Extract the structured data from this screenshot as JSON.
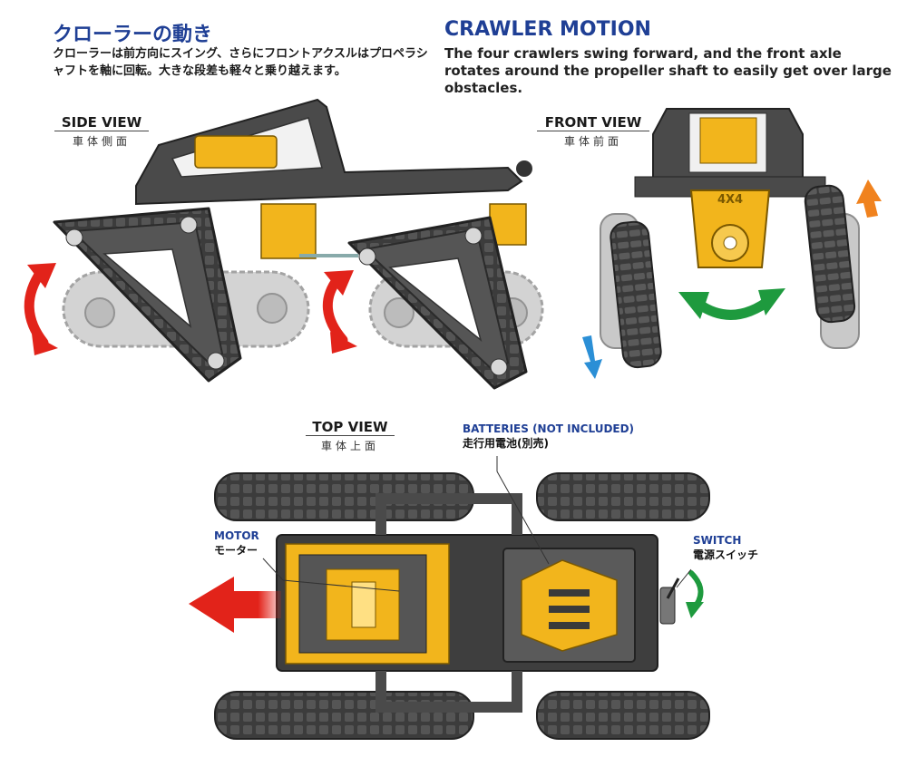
{
  "header": {
    "title_jp": "クローラーの動き",
    "title_en": "CRAWLER MOTION",
    "desc_jp": "クローラーは前方向にスイング、さらにフロントアクスルはプロペラシャフトを軸に回転。大きな段差も軽々と乗り越えます。",
    "desc_en": "The four crawlers swing forward, and the front axle rotates around the propeller shaft to easily get over large obstacles."
  },
  "views": {
    "side": {
      "label": "SIDE VIEW",
      "sub": "車体側面"
    },
    "front": {
      "label": "FRONT VIEW",
      "sub": "車体前面",
      "badge": "4X4"
    },
    "top": {
      "label": "TOP VIEW",
      "sub": "車体上面"
    }
  },
  "callouts": {
    "batteries": {
      "en": "BATTERIES (NOT INCLUDED)",
      "jp": "走行用電池(別売)"
    },
    "motor": {
      "en": "MOTOR",
      "jp": "モーター"
    },
    "switch": {
      "en": "SWITCH",
      "jp": "電源スイッチ"
    }
  },
  "colors": {
    "chassis": "#4a4a4a",
    "chassis_dark": "#2e2e2e",
    "accent_yellow": "#f2b51c",
    "track_ghost": "#b9b9b9",
    "arrow_red": "#e2231a",
    "arrow_green": "#1e9a3e",
    "arrow_orange": "#f0821e",
    "arrow_blue": "#2b8fd6",
    "title_blue": "#1f3f95"
  }
}
